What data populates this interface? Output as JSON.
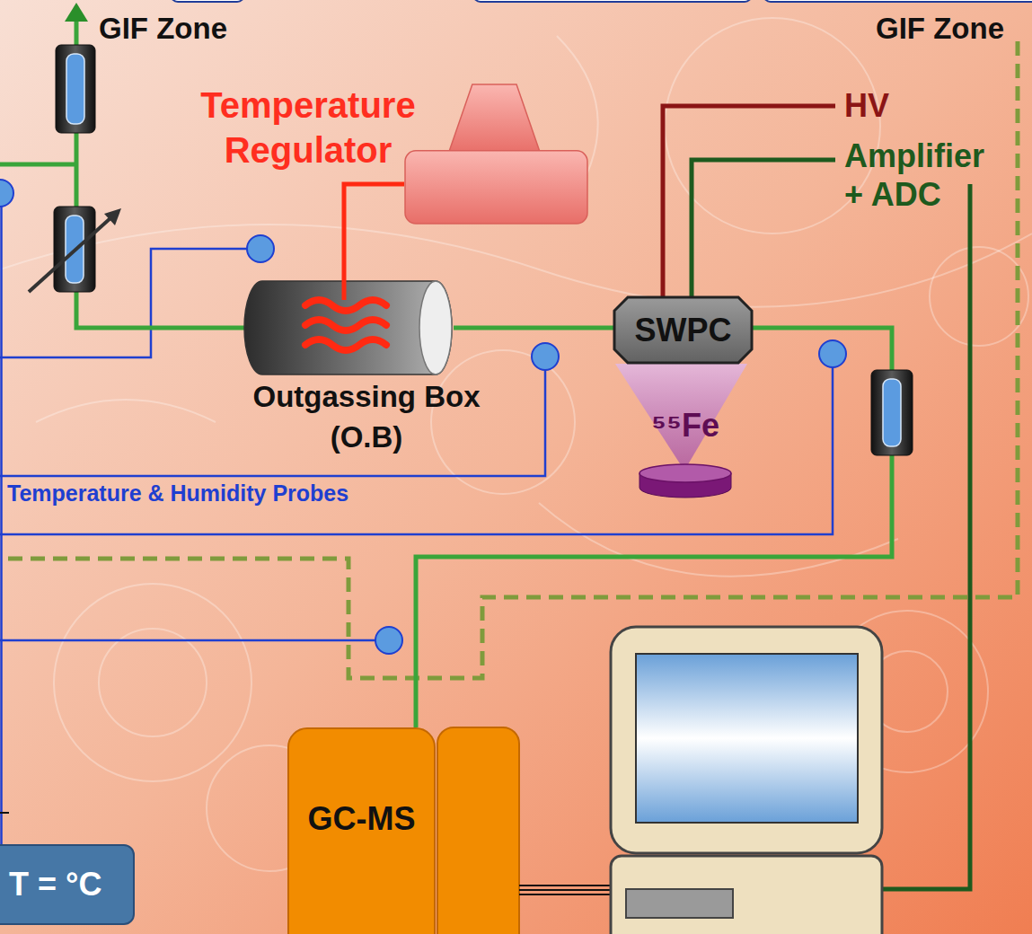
{
  "diagram": {
    "nodes": [
      {
        "text": [
          "Temperature Regulator"
        ]
      },
      {
        "text": [
          "Outgassing Box (O.B)"
        ]
      },
      {
        "text": [
          "SWPC"
        ]
      },
      {
        "text": [
          "⁵⁵Fe"
        ]
      },
      {
        "text": [
          "GC-MS"
        ]
      },
      {
        "text": [
          "T = °C"
        ]
      }
    ],
    "edges": [
      {
        "from": 0,
        "to": 1,
        "arrow": "none"
      },
      {
        "from": 1,
        "to": 2,
        "arrow": "none"
      },
      {
        "from": 2,
        "to": 4,
        "arrow": "none"
      }
    ],
    "labels": [
      "GIF Zone",
      "GIF Zone",
      "HV",
      "Amplifier + ADC",
      "Temperature & Humidity Probes"
    ]
  }
}
